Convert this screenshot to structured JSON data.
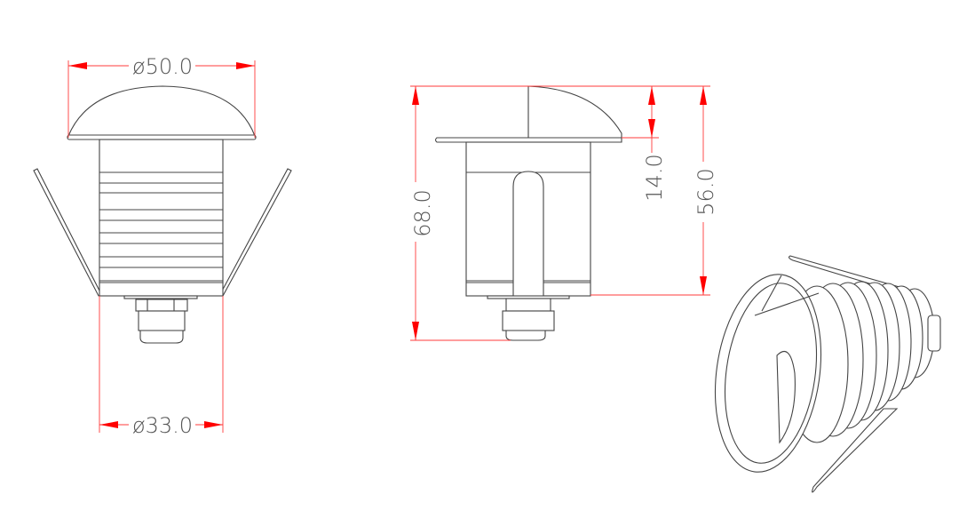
{
  "dimensions": {
    "front_outer_diameter": "ø50.0",
    "front_body_diameter": "ø33.0",
    "side_total_height": "68.0",
    "side_hood_height": "14.0",
    "side_body_height": "56.0"
  },
  "colors": {
    "dimension_lines": "#ff0000",
    "outline": "#444444"
  }
}
